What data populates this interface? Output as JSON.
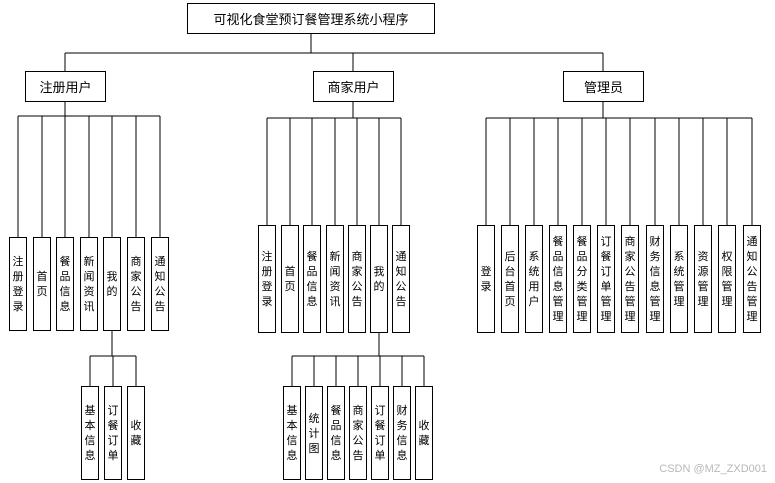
{
  "title": "可视化食堂预订餐管理系统小程序",
  "watermark": "CSDN @MZ_ZXD001",
  "groups": [
    {
      "label": "注册用户",
      "modules": [
        "注册登录",
        "首页",
        "餐品信息",
        "新闻资讯",
        "我的",
        "商家公告",
        "通知公告"
      ],
      "sub_parent": "我的",
      "sub_modules": [
        "基本信息",
        "订餐订单",
        "收藏"
      ]
    },
    {
      "label": "商家用户",
      "modules": [
        "注册登录",
        "首页",
        "餐品信息",
        "新闻资讯",
        "商家公告",
        "我的",
        "通知公告"
      ],
      "sub_parent": "我的",
      "sub_modules": [
        "基本信息",
        "统计图",
        "餐品信息",
        "商家公告",
        "订餐订单",
        "财务信息",
        "收藏"
      ]
    },
    {
      "label": "管理员",
      "modules": [
        "登录",
        "后台首页",
        "系统用户",
        "餐品信息管理",
        "餐品分类管理",
        "订餐订单管理",
        "商家公告管理",
        "财务信息管理",
        "系统管理",
        "资源管理",
        "权限管理",
        "通知公告管理"
      ]
    }
  ]
}
